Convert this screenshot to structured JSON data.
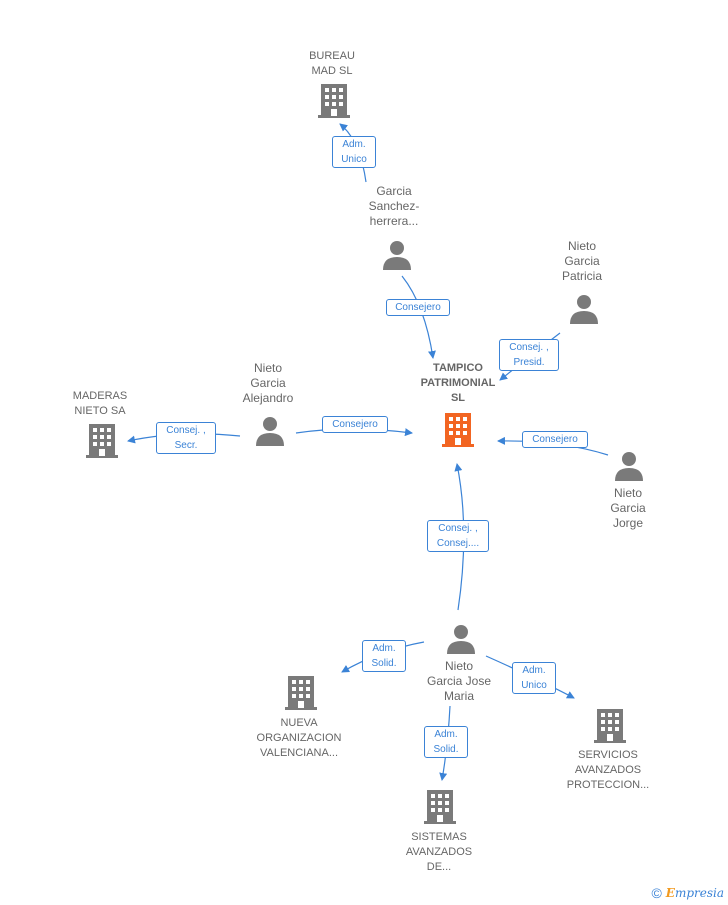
{
  "colors": {
    "edge": "#3b83d6",
    "person": "#7a7a7a",
    "company": "#7a7a7a",
    "main_company": "#f26522"
  },
  "nodes": {
    "bureau": {
      "label": "BUREAU\nMAD  SL",
      "icon": "building-icon"
    },
    "garcia_sanchez": {
      "label": "Garcia\nSanchez-\nherrera...",
      "icon": "person-icon"
    },
    "nieto_patricia": {
      "label": "Nieto\nGarcia\nPatricia",
      "icon": "person-icon"
    },
    "tampico": {
      "label": "TAMPICO\nPATRIMONIAL\nSL",
      "icon": "building-icon"
    },
    "maderas": {
      "label": "MADERAS\nNIETO SA",
      "icon": "building-icon"
    },
    "nieto_alejandro": {
      "label": "Nieto\nGarcia\nAlejandro",
      "icon": "person-icon"
    },
    "nieto_jorge": {
      "label": "Nieto\nGarcia\nJorge",
      "icon": "person-icon"
    },
    "nieto_jose": {
      "label": "Nieto\nGarcia Jose\nMaria",
      "icon": "person-icon"
    },
    "nueva": {
      "label": "NUEVA\nORGANIZACION\nVALENCIANA...",
      "icon": "building-icon"
    },
    "servicios": {
      "label": "SERVICIOS\nAVANZADOS\nPROTECCION...",
      "icon": "building-icon"
    },
    "sistemas": {
      "label": "SISTEMAS\nAVANZADOS\nDE...",
      "icon": "building-icon"
    }
  },
  "edges": {
    "garcia_bureau": "Adm.\nUnico",
    "garcia_tampico": "Consejero",
    "patricia_tampico": "Consej. ,\nPresid.",
    "alejandro_maderas": "Consej. ,\nSecr.",
    "alejandro_tampico": "Consejero",
    "jorge_tampico": "Consejero",
    "jose_tampico": "Consej. ,\nConsej....",
    "jose_nueva": "Adm.\nSolid.",
    "jose_servicios": "Adm.\nUnico",
    "jose_sistemas": "Adm.\nSolid."
  },
  "footer": {
    "copyright": "©",
    "brand_e": "E",
    "brand_rest": "mpresia"
  }
}
